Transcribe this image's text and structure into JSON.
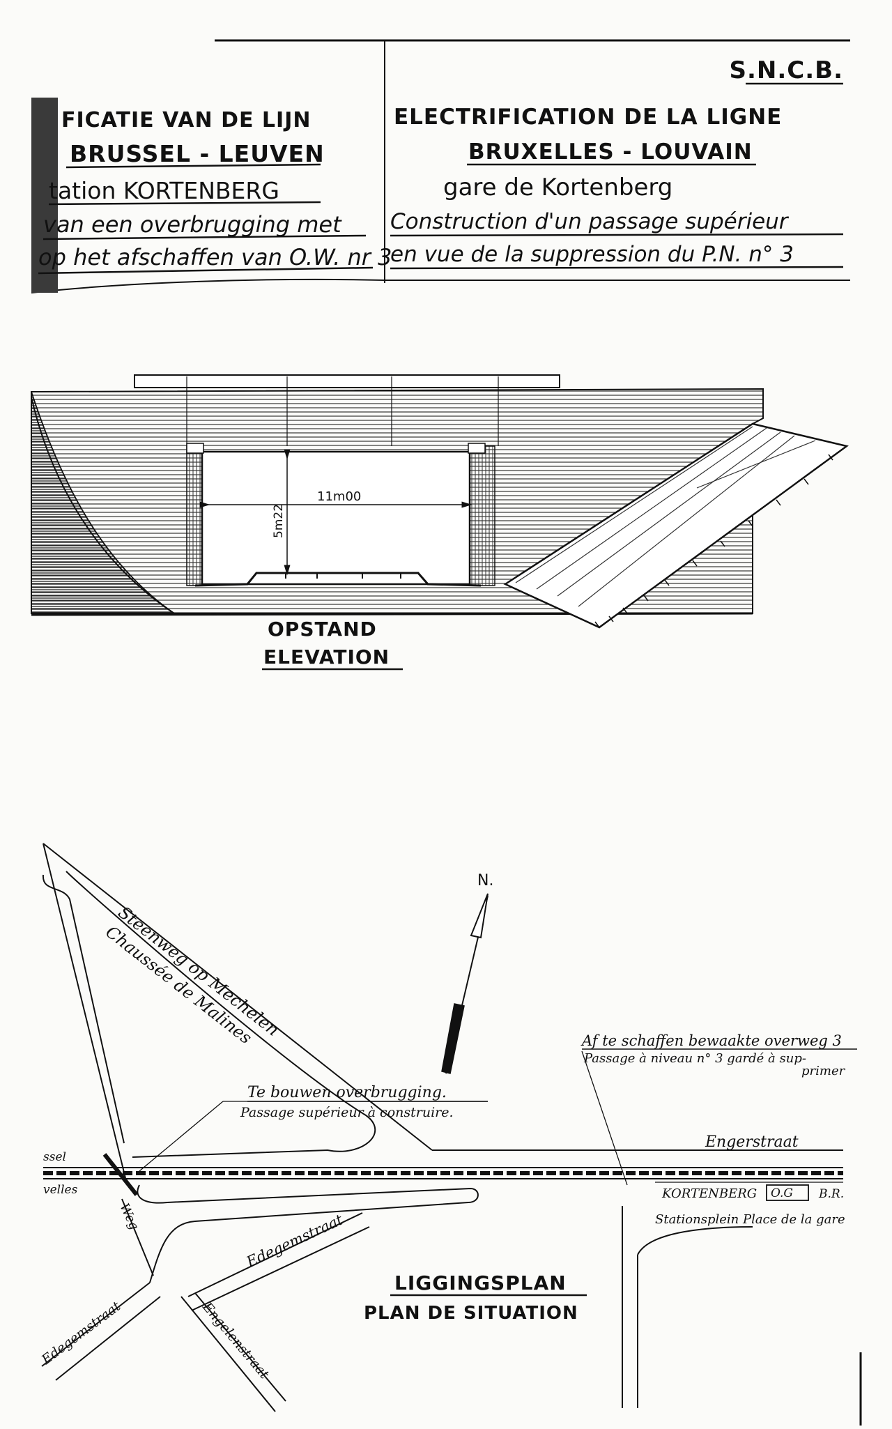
{
  "header": {
    "company": "S.N.C.B.",
    "nl": {
      "line1": "FICATIE VAN DE LIJN",
      "line2": "BRUSSEL - LEUVEN",
      "line3": "tation KORTENBERG",
      "line4": "van een overbrugging met",
      "line5": "op het afschaffen van O.W. nr 3"
    },
    "fr": {
      "line1": "ELECTRIFICATION DE LA LIGNE",
      "line2": "BRUXELLES - LOUVAIN",
      "line3": "gare de Kortenberg",
      "line4": "Construction d'un passage supérieur",
      "line5": "en vue de la suppression du P.N. n° 3"
    }
  },
  "elevation": {
    "span_dimension": "11m00",
    "height_dimension": "5m22",
    "title_nl": "OPSTAND",
    "title_fr": "ELEVATION"
  },
  "plan": {
    "north": "N.",
    "road_steenweg": "Steenweg op Mechelen",
    "road_chaussee": "Chaussée de Malines",
    "bridge_nl": "Te bouwen overbrugging.",
    "bridge_fr": "Passage supérieur à construire.",
    "crossing_nl": "Af te schaffen bewaakte overweg 3",
    "crossing_fr": "Passage à niveau n° 3 gardé à sup-",
    "crossing_fr2": "primer",
    "engerstraat": "Engerstraat",
    "station_name": "KORTENBERG",
    "station_box": "O.G",
    "station_br": "B.R.",
    "stationsplein": "Stationsplein   Place de la gare",
    "edegemstraat_1": "Edegemstraat",
    "edegemstraat_2": "Edegemstraat",
    "engelenstraat": "Engelenstraat",
    "weg": "Weg",
    "left_nl": "ssel",
    "left_fr": "velles",
    "title_nl": "LIGGINGSPLAN",
    "title_fr": "PLAN DE SITUATION"
  }
}
